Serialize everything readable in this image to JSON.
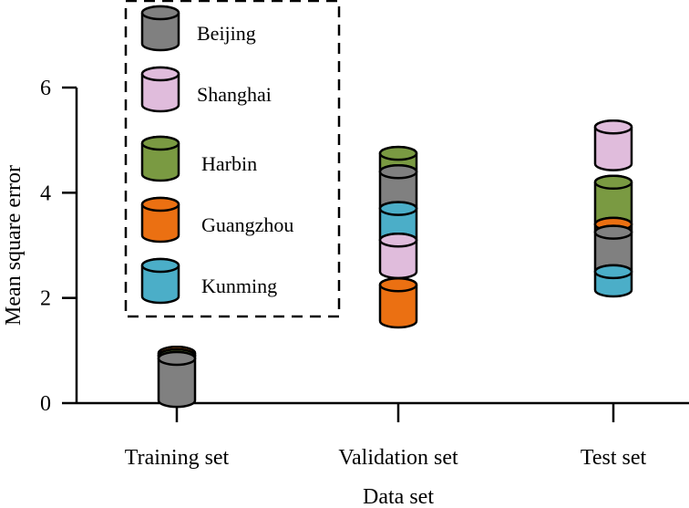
{
  "chart_data": {
    "type": "bar",
    "subtype": "floating-stacked-cylinder",
    "title": "",
    "xlabel": "Data set",
    "ylabel": "Mean square error",
    "ylim": [
      0,
      6
    ],
    "yticks": [
      0,
      2,
      4,
      6
    ],
    "categories": [
      "Training set",
      "Validation set",
      "Test set"
    ],
    "legend": {
      "placement": "top-left",
      "border": "dashed",
      "entries": [
        "Beijing",
        "Shanghai",
        "Harbin",
        "Guangzhou",
        "Kunming"
      ]
    },
    "series": [
      {
        "name": "Beijing",
        "color": "#808080",
        "ranges": [
          [
            0.05,
            0.85
          ],
          [
            3.7,
            4.4
          ],
          [
            2.5,
            3.25
          ]
        ]
      },
      {
        "name": "Shanghai",
        "color": "#E0BCDC",
        "ranges": [
          null,
          [
            2.5,
            3.1
          ],
          [
            4.55,
            5.25
          ]
        ]
      },
      {
        "name": "Harbin",
        "color": "#7A9A42",
        "ranges": [
          [
            0.85,
            0.9
          ],
          [
            4.4,
            4.75
          ],
          [
            3.4,
            4.2
          ]
        ]
      },
      {
        "name": "Guangzhou",
        "color": "#EB7012",
        "ranges": [
          [
            0.9,
            0.95
          ],
          [
            1.56,
            2.25
          ],
          [
            3.25,
            3.4
          ]
        ]
      },
      {
        "name": "Kunming",
        "color": "#4BAEC8",
        "ranges": [
          null,
          [
            3.1,
            3.7
          ],
          [
            2.15,
            2.5
          ]
        ]
      }
    ],
    "draw_order": [
      "Guangzhou",
      "Kunming",
      "Shanghai",
      "Beijing",
      "Harbin"
    ]
  }
}
